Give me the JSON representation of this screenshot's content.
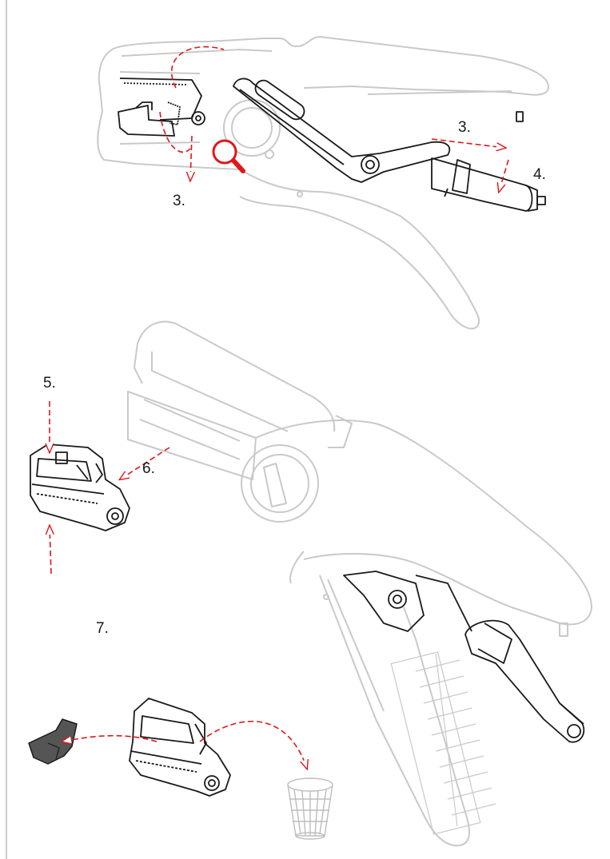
{
  "steps": {
    "s3_left": "3.",
    "s3_right": "3.",
    "s4": "4.",
    "s5": "5.",
    "s6": "6.",
    "s7": "7."
  },
  "colors": {
    "arrow": "#e0161b",
    "outline_light": "#c9c9c9",
    "outline_dark": "#1a1a1a",
    "part_fill": "#555555"
  },
  "icons": {
    "magnifier": "magnifier-icon",
    "basket": "waste-basket-icon"
  }
}
